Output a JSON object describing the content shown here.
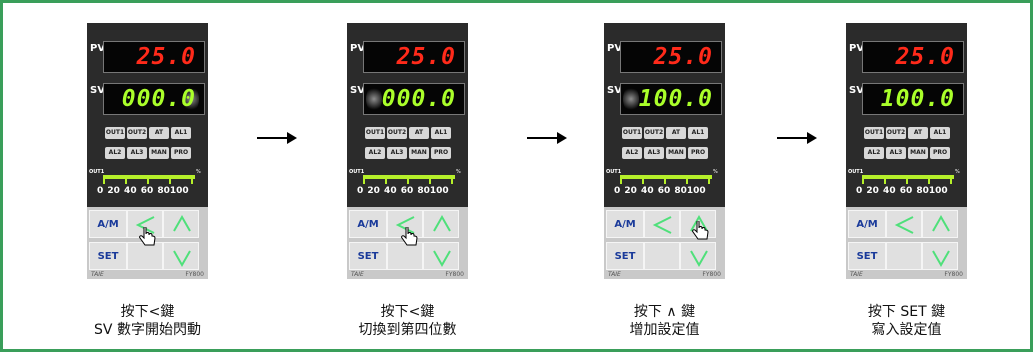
{
  "controller": {
    "pv_label": "PV",
    "sv_label": "SV",
    "pv_value": "25.0",
    "indicators_row1": [
      "OUT1",
      "OUT2",
      "AT",
      "AL1"
    ],
    "indicators_row2": [
      "AL2",
      "AL3",
      "MAN",
      "PRO"
    ],
    "out_label": "OUT1",
    "percent": "%",
    "scale": "0  20 40 60 80100",
    "key_am": "A/M",
    "key_set": "SET",
    "brand": "TAIE",
    "model": "FY800",
    "accent_pv": "#ff2a1a",
    "accent_sv": "#aaff2a",
    "key_arrow_color": "#4fe07a"
  },
  "steps": [
    {
      "sv_value": "000.0",
      "caption_line1": "按下<鍵",
      "caption_line2": "SV 數字開始閃動",
      "pressed_key": "left"
    },
    {
      "sv_value": "000.0",
      "caption_line1": "按下<鍵",
      "caption_line2": "切換到第四位數",
      "pressed_key": "left"
    },
    {
      "sv_value": "100.0",
      "caption_line1": "按下 ∧ 鍵",
      "caption_line2": "增加設定值",
      "pressed_key": "up"
    },
    {
      "sv_value": "100.0",
      "caption_line1": "按下 SET 鍵",
      "caption_line2": "寫入設定值",
      "pressed_key": "set"
    }
  ]
}
